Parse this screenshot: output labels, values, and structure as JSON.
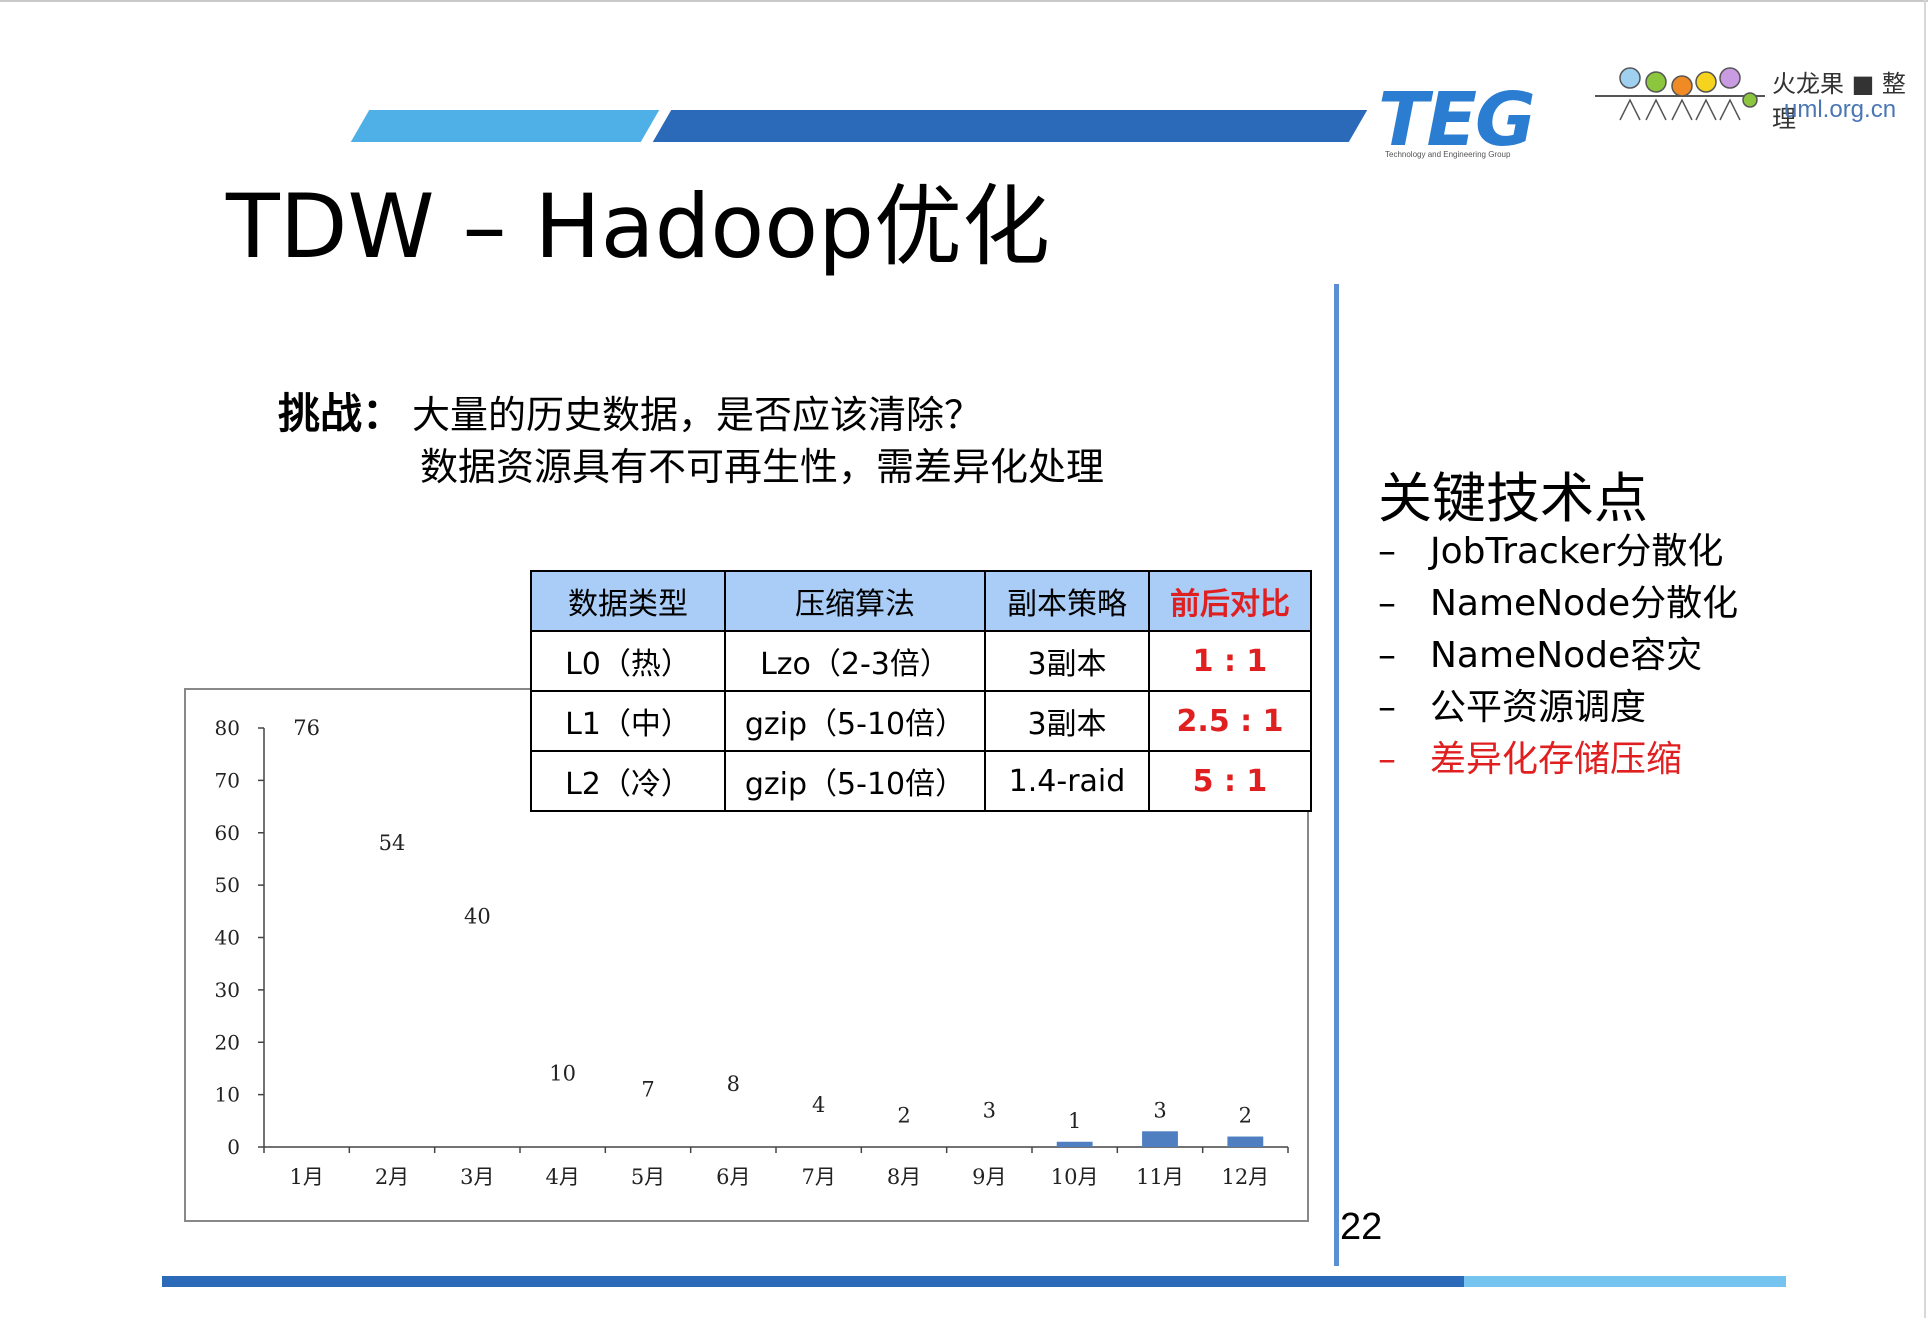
{
  "header": {
    "logo_text": "TEG",
    "logo_subtext": "Technology and Engineering Group",
    "brand_cn": "火龙果 ■ 整理",
    "brand_url": "uml.org.cn"
  },
  "title": "TDW – Hadoop优化",
  "challenge": {
    "label": "挑战：",
    "line1": "大量的历史数据，是否应该清除？",
    "line2": "数据资源具有不可再生性，需差异化处理"
  },
  "table": {
    "headers": [
      "数据类型",
      "压缩算法",
      "副本策略",
      "前后对比"
    ],
    "rows": [
      [
        "L0（热）",
        "Lzo（2-3倍）",
        "3副本",
        "1 : 1"
      ],
      [
        "L1（中）",
        "gzip（5-10倍）",
        "3副本",
        "2.5 : 1"
      ],
      [
        "L2（冷）",
        "gzip（5-10倍）",
        "1.4-raid",
        "5 : 1"
      ]
    ],
    "accent_color": "#e02020",
    "header_color": "#a9cdf6"
  },
  "key_points": {
    "title": "关键技术点",
    "dash": "–",
    "items": [
      {
        "label": "JobTracker分散化",
        "color": "#000000"
      },
      {
        "label": "NameNode分散化",
        "color": "#000000"
      },
      {
        "label": "NameNode容灾",
        "color": "#000000"
      },
      {
        "label": "公平资源调度",
        "color": "#000000"
      },
      {
        "label": "差异化存储压缩",
        "color": "#e02020"
      }
    ]
  },
  "page_number": "22",
  "chart_data": {
    "type": "bar",
    "categories": [
      "1月",
      "2月",
      "3月",
      "4月",
      "5月",
      "6月",
      "7月",
      "8月",
      "9月",
      "10月",
      "11月",
      "12月"
    ],
    "data_labels": [
      76,
      54,
      40,
      10,
      7,
      8,
      4,
      2,
      3,
      1,
      3,
      2
    ],
    "values": [
      0,
      0,
      0,
      0,
      0,
      0,
      0,
      0,
      0,
      1,
      3,
      2
    ],
    "ylim": [
      0,
      80
    ],
    "yticks": [
      0,
      10,
      20,
      30,
      40,
      50,
      60,
      70,
      80
    ],
    "bar_color": "#4f7fc0",
    "grid": false,
    "title": "",
    "xlabel": "",
    "ylabel": ""
  }
}
